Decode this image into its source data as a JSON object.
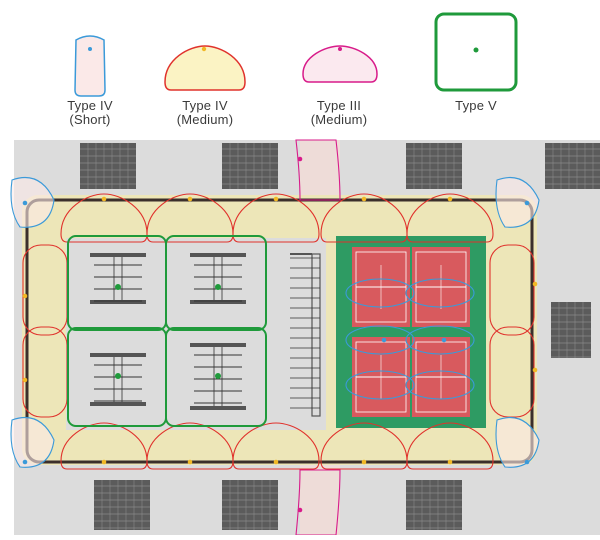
{
  "legend": [
    {
      "type": "Type IV",
      "subtype": "(Short)",
      "stroke": "#3b9ad9",
      "fill": "#fbe9e8"
    },
    {
      "type": "Type IV",
      "subtype": "(Medium)",
      "stroke": "#e0322c",
      "fill": "#fbf3c4"
    },
    {
      "type": "Type III",
      "subtype": "(Medium)",
      "stroke": "#d81b8a",
      "fill": "#fbe9ef"
    },
    {
      "type": "Type V",
      "subtype": "",
      "stroke": "#1f9a3b",
      "fill": "#ffffff"
    }
  ],
  "colors": {
    "ground": "#dcdcdc",
    "road_band": "#ede6b8",
    "walkway": "#eedcd8",
    "curb": "#3b2f2b",
    "court_surround": "#2e9b63",
    "court_surface": "#d85a5e",
    "court_lines": "#ffffff",
    "parking_block": "#5b5b5b",
    "pole_yellow": "#f2b825",
    "pole_green": "#1f9a3b",
    "pole_blue": "#3b9ad9",
    "pole_magenta": "#d81b8a"
  }
}
